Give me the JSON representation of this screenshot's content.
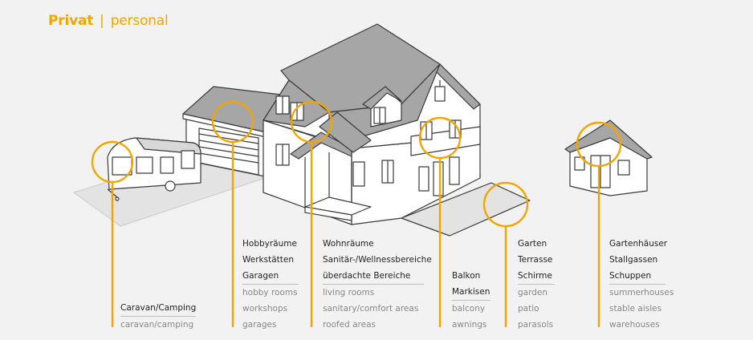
{
  "title": {
    "bold": "Privat",
    "separator": "|",
    "light": "personal"
  },
  "colors": {
    "accent": "#f0a500",
    "roof": "#a6a6a6",
    "wall": "#ffffff",
    "ground": "#e3e3e3",
    "line": "#3a3a3a"
  },
  "groups": [
    {
      "id": "caravan",
      "de": [
        "Caravan/Camping"
      ],
      "en": [
        "caravan/camping"
      ]
    },
    {
      "id": "hobby",
      "de": [
        "Hobbyräume",
        "Werkstätten",
        "Garagen"
      ],
      "en": [
        "hobby rooms",
        "workshops",
        "garages"
      ]
    },
    {
      "id": "living",
      "de": [
        "Wohnräume",
        "Sanitär-/Wellnessbereiche",
        "überdachte Bereiche"
      ],
      "en": [
        "living rooms",
        "sanitary/comfort areas",
        "roofed areas"
      ]
    },
    {
      "id": "balcony",
      "de": [
        "Balkon",
        "Markisen"
      ],
      "en": [
        "balcony",
        "awnings"
      ]
    },
    {
      "id": "garden",
      "de": [
        "Garten",
        "Terrasse",
        "Schirme"
      ],
      "en": [
        "garden",
        "patio",
        "parasols"
      ]
    },
    {
      "id": "sheds",
      "de": [
        "Gartenhäuser",
        "Stallgassen",
        "Schuppen"
      ],
      "en": [
        "summerhouses",
        "stable aisles",
        "warehouses"
      ]
    }
  ]
}
